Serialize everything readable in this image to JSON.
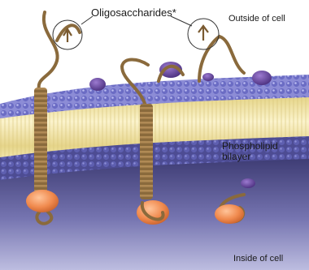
{
  "labels": {
    "oligosaccharides": "Oligosaccharides*",
    "outside": "Outside of cell",
    "phospholipid": "Phospholipid",
    "bilayer": "bilayer",
    "inside": "Inside of cell"
  },
  "colors": {
    "extracellular_bg": "#ffffff",
    "intracellular_bg": "#2e2c5c",
    "head_groups": "#6f70c8",
    "lipid_tails": "#f2e6a8",
    "protein_coil": "#8a6a3c",
    "protein_stripe": "#b08a55",
    "globule": "#f0935a",
    "sugar_chain": "#7a5a30",
    "embedded_protein": "#5b3d8e"
  }
}
